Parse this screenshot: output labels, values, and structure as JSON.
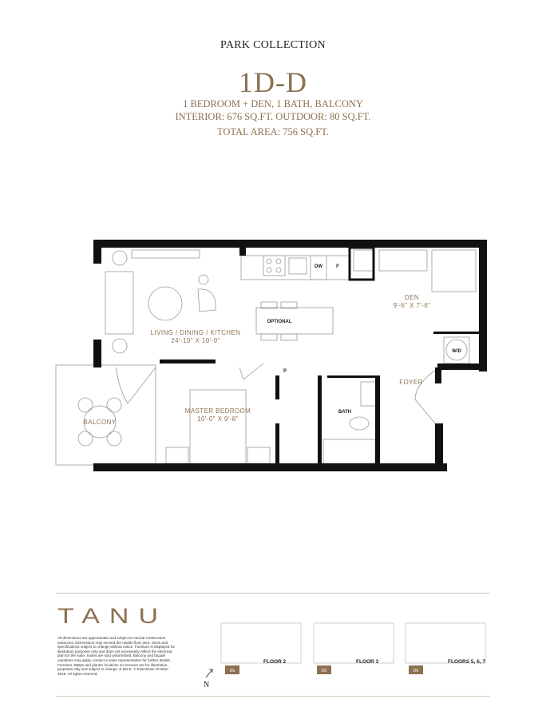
{
  "header": {
    "collection": "PARK COLLECTION",
    "unit": "1D-D",
    "line1": "1 BEDROOM + DEN, 1 BATH, BALCONY",
    "line2": "INTERIOR: 676 SQ.FT. OUTDOOR: 80 SQ.FT.",
    "line3": "TOTAL AREA: 756 SQ.FT."
  },
  "plan": {
    "living": "LIVING / DINING / KITCHEN",
    "living_dim": "24'-10\" X 10'-0\"",
    "den": "DEN",
    "den_dim": "9'-6\" X 7'-6\"",
    "bedroom": "MASTER BEDROOM",
    "bedroom_dim": "10'-0\" X 9'-8\"",
    "balcony": "BALCONY",
    "foyer": "FOYER",
    "bath": "BATH",
    "wd": "W/D",
    "optional": "OPTIONAL",
    "dw": "DW",
    "fridge": "F",
    "pantry": "P"
  },
  "footer": {
    "logo": "TANU",
    "disclaimer": "All dimensions are approximate and subject to normal construction variances. Dimensions may exceed the usable floor area. Sizes and specifications subject to change without notice. Furniture is displayed for illustration purposes only and does not necessarily reflect the electrical plan for the suite. Suites are sold unfurnished. Balcony and façade variations may apply, contact a sales representative for further details. Furniture, BBQs and planter locations on terraces are for illustration purposes only and subject to change. E.&O.E. © Edenshaw October 2019. All rights reserved.",
    "north": "N",
    "floors": [
      {
        "label": "FLOOR 2",
        "tag": "D6"
      },
      {
        "label": "FLOOR 3",
        "tag": "D6"
      },
      {
        "label": "FLOORS 5, 6, 7",
        "tag": "D6"
      }
    ]
  },
  "colors": {
    "accent": "#8d7152",
    "wall": "#111111"
  }
}
